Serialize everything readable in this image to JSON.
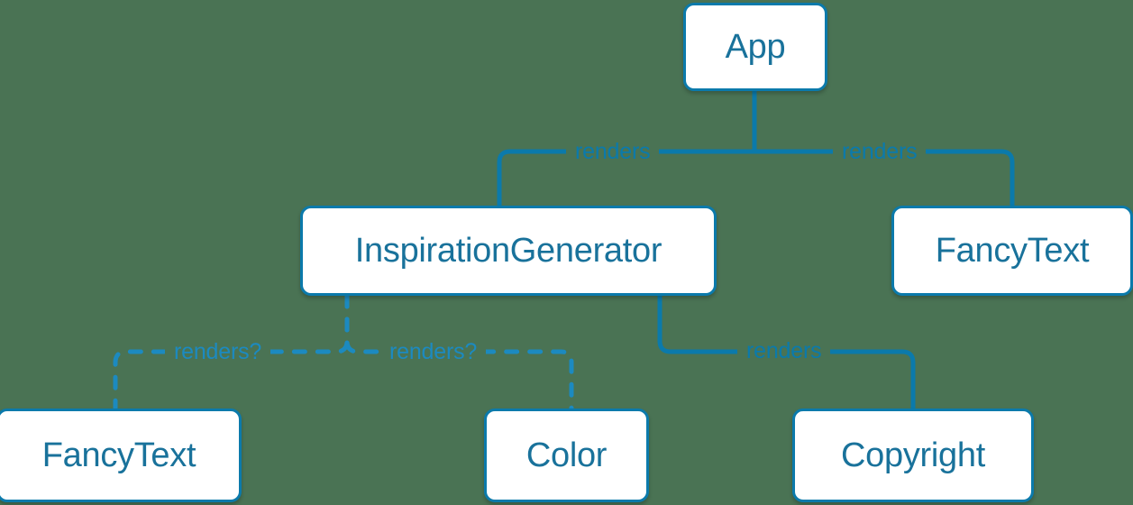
{
  "diagram": {
    "type": "component-tree",
    "title": "React component render tree",
    "background_color": "#4a7354",
    "node_fill": "#ffffff",
    "node_border_color": "#0b7aab",
    "node_text_color": "#19729b",
    "edge_solid_color": "#0b7aab",
    "edge_dashed_color": "#1c8ac0",
    "nodes": [
      {
        "id": "app",
        "label": "App"
      },
      {
        "id": "inspgen",
        "label": "InspirationGenerator"
      },
      {
        "id": "fancytext-top",
        "label": "FancyText"
      },
      {
        "id": "fancytext-bottom",
        "label": "FancyText"
      },
      {
        "id": "color",
        "label": "Color"
      },
      {
        "id": "copyright",
        "label": "Copyright"
      }
    ],
    "edges": [
      {
        "id": "app-inspgen",
        "from": "app",
        "to": "inspgen",
        "label": "renders",
        "style": "solid"
      },
      {
        "id": "app-fancytext-top",
        "from": "app",
        "to": "fancytext-top",
        "label": "renders",
        "style": "solid"
      },
      {
        "id": "inspgen-copyright",
        "from": "inspgen",
        "to": "copyright",
        "label": "renders",
        "style": "solid"
      },
      {
        "id": "inspgen-fancytext-bot",
        "from": "inspgen",
        "to": "fancytext-bottom",
        "label": "renders?",
        "style": "dashed"
      },
      {
        "id": "inspgen-color",
        "from": "inspgen",
        "to": "color",
        "label": "renders?",
        "style": "dashed"
      }
    ]
  }
}
